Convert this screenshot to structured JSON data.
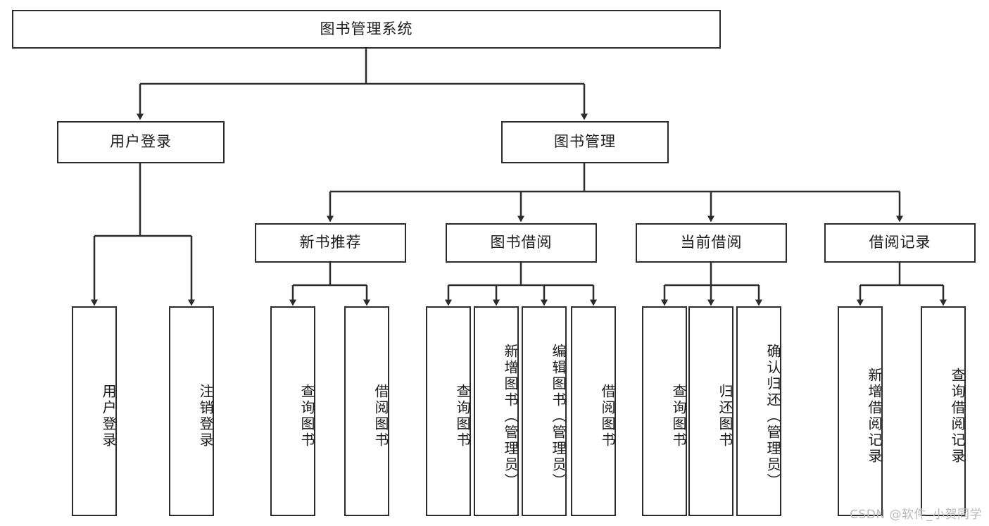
{
  "diagram": {
    "title": "图书管理系统",
    "type": "tree-hierarchy-chart",
    "orientation": "top-down",
    "colors": {
      "stroke": "#2b2b2b",
      "fill": "#ffffff",
      "text": "#1c1c1c",
      "watermark": "#b9b9b9"
    },
    "root": {
      "label": "图书管理系统"
    },
    "level2": [
      {
        "id": "user-login",
        "label": "用户登录"
      },
      {
        "id": "book-manage",
        "label": "图书管理"
      }
    ],
    "level3": [
      {
        "id": "new-book-rec",
        "label": "新书推荐",
        "parent": "book-manage"
      },
      {
        "id": "book-borrow",
        "label": "图书借阅",
        "parent": "book-manage"
      },
      {
        "id": "current-borrow",
        "label": "当前借阅",
        "parent": "book-manage"
      },
      {
        "id": "borrow-record",
        "label": "借阅记录",
        "parent": "book-manage"
      }
    ],
    "leaves": [
      {
        "id": "leaf-user-login",
        "label": "用户登录",
        "parent": "user-login"
      },
      {
        "id": "leaf-logout",
        "label": "注销登录",
        "parent": "user-login"
      },
      {
        "id": "leaf-query-book-1",
        "label": "查询图书",
        "parent": "new-book-rec"
      },
      {
        "id": "leaf-borrow-book-1",
        "label": "借阅图书",
        "parent": "new-book-rec"
      },
      {
        "id": "leaf-query-book-2",
        "label": "查询图书",
        "parent": "book-borrow"
      },
      {
        "id": "leaf-add-book",
        "label": "新增图书（管理员）",
        "parent": "book-borrow"
      },
      {
        "id": "leaf-edit-book",
        "label": "编辑图书（管理员）",
        "parent": "book-borrow"
      },
      {
        "id": "leaf-borrow-book-2",
        "label": "借阅图书",
        "parent": "book-borrow"
      },
      {
        "id": "leaf-query-book-3",
        "label": "查询图书",
        "parent": "current-borrow"
      },
      {
        "id": "leaf-return-book",
        "label": "归还图书",
        "parent": "current-borrow"
      },
      {
        "id": "leaf-confirm-return",
        "label": "确认归还（管理员）",
        "parent": "current-borrow"
      },
      {
        "id": "leaf-add-record",
        "label": "新增借阅记录",
        "parent": "borrow-record"
      },
      {
        "id": "leaf-query-record",
        "label": "查询借阅记录",
        "parent": "borrow-record"
      }
    ],
    "watermark": "CSDN @软件_小贺同学"
  }
}
